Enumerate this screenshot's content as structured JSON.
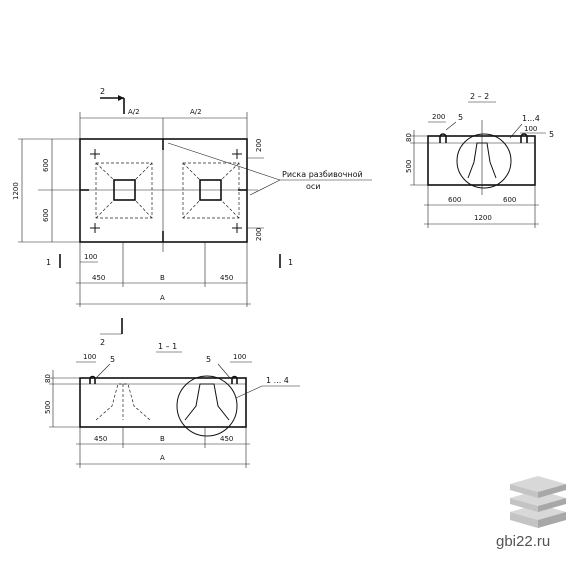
{
  "plan": {
    "section_marks": [
      "2",
      "2",
      "1",
      "1"
    ],
    "top_dims": [
      "A/2",
      "A/2"
    ],
    "left_dims": [
      "1200",
      "600",
      "600"
    ],
    "right_dims": [
      "200",
      "200"
    ],
    "bottom_dims": [
      "100",
      "450",
      "B",
      "450",
      "A"
    ],
    "callout": [
      "Риска разбивочной",
      "оси"
    ]
  },
  "section_2_2": {
    "title": "2 – 2",
    "dims_top": [
      "200",
      "5",
      "1...4",
      "100",
      "5"
    ],
    "dims_left": [
      "80",
      "500"
    ],
    "dims_bottom": [
      "600",
      "600",
      "1200"
    ]
  },
  "section_1_1": {
    "title": "1 – 1",
    "dims_top": [
      "100",
      "5",
      "5",
      "100"
    ],
    "dims_left": [
      "80",
      "500"
    ],
    "dims_bottom": [
      "450",
      "B",
      "450",
      "A"
    ],
    "callout": "1 ... 4",
    "section_mark": "2"
  },
  "watermark": {
    "text": "gbi22.ru",
    "colors": {
      "top": "#d8d8d8",
      "middle": "#c4c4c4",
      "bottom": "#a8a8a8"
    }
  }
}
